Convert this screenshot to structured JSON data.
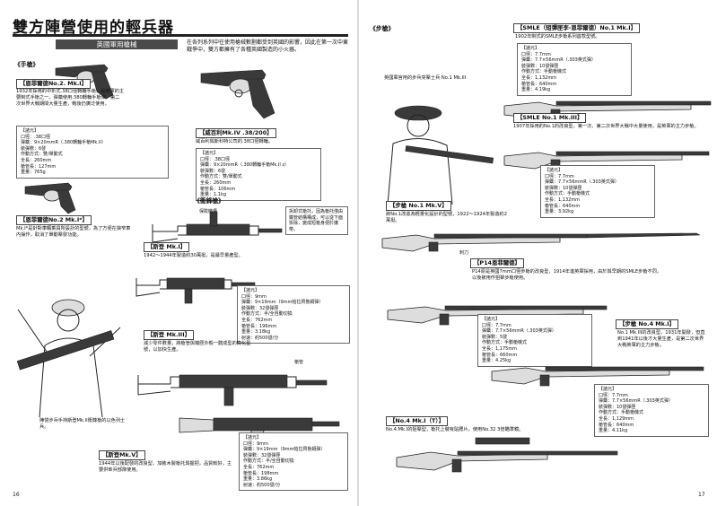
{
  "title": "雙方陣營使用的輕兵器",
  "section_band": "英國軍用槍械",
  "intro": "在各列系列中往使用槍械數劃都受到英國的影響，因此在第一次中東戰爭中，雙方都擁有了各種英國製造的小火器。",
  "handguns_label": "《手槍》",
  "smg_label": "《衝鋒槍》",
  "rifles_label": "《步槍》",
  "enfield_no2": {
    "header": "【恩菲爾德No.2. Mk.I】",
    "desc": "1932年採用的中折式.38口徑轉輪手槍，是英軍的主要制式手槍之一。彈藥使用.380轉輪手槍彈，第二次世界大戰期間大量生產，戰後仍廣泛使用。",
    "specs": [
      "【諸元】",
      "口徑：.38口徑",
      "彈藥：9×20mmR（.380轉輪手槍Mk.II）",
      "裝彈數：6發",
      "作動方式：雙/單動式",
      "全長：260mm",
      "槍管長：127mm",
      "重量：765g"
    ]
  },
  "enfield_no2_star": {
    "header": "【恩菲爾德No.2 Mk.I*】",
    "desc": "Mk.I*是針對車輛乘員所設計的型號，為了方便在狹窄車內操作，取消了單動擊發功能。"
  },
  "webley": {
    "header": "【威百利Mk.IV .38/200】",
    "desc": "威百利與斯科特公司的.38口徑轉輪。",
    "specs": [
      "【諸元】",
      "口徑：.38口徑",
      "彈藥：9×20mmR（.380轉輪手槍Mk.II z）",
      "裝彈數：6發",
      "作動方式：雙/單動式",
      "全長：260mm",
      "槍管長：106mm",
      "重量：1.1kg"
    ]
  },
  "guard_label": "保險機構",
  "stock_callout": "拆卸式槍托，因為槍托僅由鐵管結構構成，可以從下面拆除，變成短槍身便於攜帶。",
  "sten_mk1": {
    "header": "【斯登 Mk.I】",
    "desc": "1942～1944年製造約30萬挺，是最早量產型。",
    "specs": [
      "【諸元】",
      "口徑：9mm",
      "彈藥：9×19mm（9mm帕拉貝魯姆彈）",
      "裝彈數：32發彈匣",
      "作動方式：半/全自動切換",
      "全長：762mm",
      "槍管長：196mm",
      "重量：3.18kg",
      "射速：約500發/分"
    ]
  },
  "sten_mk3": {
    "header": "【斯登 Mk.III】",
    "desc": "減少零件數量，將槍管與機匣外殼一體成型的簡化型號，以加快生產。"
  },
  "barrel_label": "槍管",
  "soldier_caption": "陣營步兵手持斯登Mk.II衝鋒槍的以色列士兵。",
  "sten_mk5": {
    "header": "【斯登Mk.V】",
    "desc": "1944年以後配發的改良型，加裝木製槍托與握把，品質較好，主要供傘兵部隊使用。",
    "specs": [
      "【諸元】",
      "口徑：9mm",
      "彈藥：9×19mm（9mm帕拉貝魯姆彈）",
      "裝彈數：32發彈匣",
      "作動方式：半/全自動切換",
      "全長：762mm",
      "槍管長：198mm",
      "重量：3.86kg",
      "射速：約500發/分"
    ]
  },
  "smle_mk1": {
    "header": "【SMLE（短彈匣李-恩菲爾德）No.1 Mk.I】",
    "desc": "1902年制式的SMLE步槍系列首款型號。",
    "specs": [
      "【諸元】",
      "口徑：7.7mm",
      "彈藥：7.7×56mmR（.303英式彈）",
      "裝彈數：10發彈匣",
      "作動方式：手動槍機式",
      "全長：1,132mm",
      "槍管長：640mm",
      "重量：4.19kg"
    ]
  },
  "tommy_caption": "英國軍官用的步兵突擊士兵 No.1 Mk.III",
  "smle_mk3": {
    "header": "【SMLE No.1 Mk.III】",
    "desc": "1907年採用的No.1的改良型，第一次、第二次世界大戰中大量使用，是英軍的主力步槍。",
    "specs": [
      "【諸元】",
      "口徑：7.7mm",
      "彈藥：7.7×56mmR（.303英式彈）",
      "裝彈數：10發彈匣",
      "作動方式：手動槍機式",
      "全長：1,132mm",
      "槍管長：640mm",
      "重量：3.92kg"
    ]
  },
  "no1_mk5": {
    "header": "【步槍 No.1 Mk.V】",
    "desc": "將No.1改造為輕量化設計的型號，1922～1924年製造約2萬挺。"
  },
  "bayonet_label": "刺刀",
  "p14": {
    "header": "【P14恩菲爾德】",
    "desc": "P14原是英國7mm口徑步槍的改良型，1914年進英軍採用，由於與早期的SMLE步槍不同，以後被用作狙擊步槍使用。",
    "specs": [
      "【諸元】",
      "口徑：7.7mm",
      "彈藥：7.7×56mmR（.303英式彈）",
      "裝彈數：5發",
      "作動方式：手動槍機式",
      "全長：1,175mm",
      "槍管長：660mm",
      "重量：4.25kg"
    ]
  },
  "no4_mk1": {
    "header": "【步槍 No.4 Mk.I】",
    "desc": "No.1 Mk.III的改良型，1931年開發，但直到1941年以後才大量生產，是第二次世界大戰英軍的主力步槍。",
    "specs": [
      "【諸元】",
      "口徑：7.7mm",
      "彈藥：7.7×56mmR（.303英式彈）",
      "裝彈數：10發彈匣",
      "作動方式：手動槍機式",
      "全長：1,129mm",
      "槍管長：640mm",
      "重量：4.11kg"
    ]
  },
  "no4_mk1t": {
    "header": "【No.4 Mk.I（T）】",
    "desc": "No.4 Mk.I的狙擊型，槍托上裝有貼腮片，使用No.32 3倍瞄準鏡。"
  },
  "page_left": "16",
  "page_right": "17"
}
